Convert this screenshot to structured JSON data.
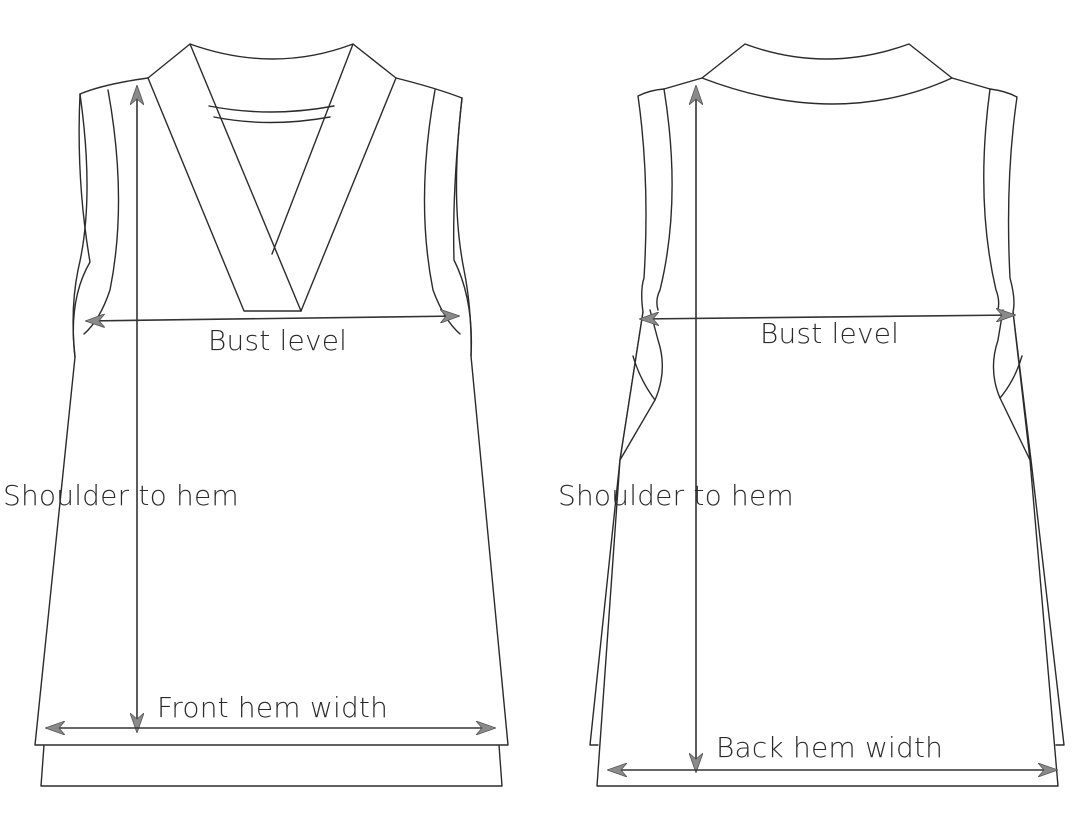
{
  "diagram": {
    "type": "garment-measurement-flat",
    "views": [
      {
        "id": "front",
        "labels": {
          "bust": "Bust level",
          "length": "Shoulder to hem",
          "hem": "Front hem width"
        }
      },
      {
        "id": "back",
        "labels": {
          "bust": "Bust level",
          "length": "Shoulder to hem",
          "hem": "Back hem width"
        }
      }
    ],
    "colors": {
      "line": "#2b2b2b",
      "arrow_fill": "#8a8a8a",
      "background": "#ffffff"
    }
  }
}
